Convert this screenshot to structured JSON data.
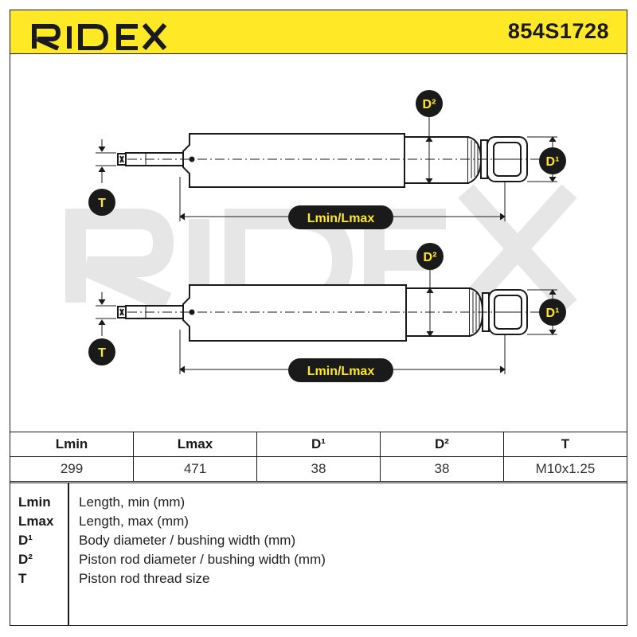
{
  "header": {
    "brand": "RIDEX",
    "part_number": "854S1728",
    "colors": {
      "accent": "#ffe926",
      "ink": "#1a1a1a",
      "watermark": "#e6e6e6"
    }
  },
  "diagram": {
    "watermark": "RIDEX",
    "labels": {
      "t": "T",
      "d1": "D¹",
      "d2": "D²",
      "length": "Lmin/Lmax"
    }
  },
  "specs": {
    "headers": [
      "Lmin",
      "Lmax",
      "D¹",
      "D²",
      "T"
    ],
    "values": [
      "299",
      "471",
      "38",
      "38",
      "M10x1.25"
    ]
  },
  "legend": [
    {
      "code": "Lmin",
      "desc": "Length, min (mm)"
    },
    {
      "code": "Lmax",
      "desc": "Length, max (mm)"
    },
    {
      "code": "D¹",
      "desc": "Body diameter / bushing width (mm)"
    },
    {
      "code": "D²",
      "desc": "Piston rod diameter / bushing width (mm)"
    },
    {
      "code": "T",
      "desc": "Piston rod thread size"
    }
  ]
}
